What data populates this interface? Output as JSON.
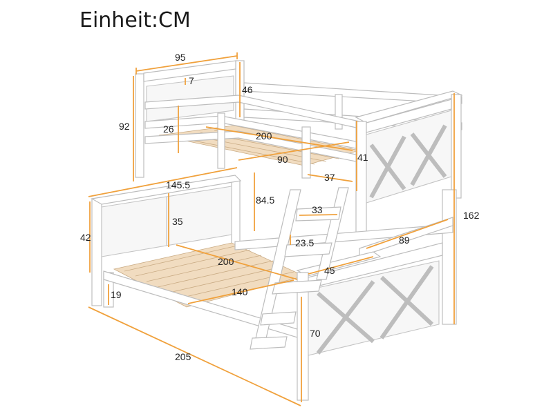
{
  "header": {
    "unit_title": "Einheit:CM"
  },
  "colors": {
    "dimension_line": "#f0a13c",
    "frame_fill": "#ffffff",
    "frame_stroke": "#bdbdbd",
    "slat_fill": "#f1dcc0",
    "slat_stroke": "#c9ab84"
  },
  "dimensions": {
    "upper_head_width": "95",
    "upper_rail_gap": "7",
    "upper_guard_height": "46",
    "upper_total_height": "92",
    "upper_rail_height": "26",
    "upper_length": "200",
    "upper_width": "90",
    "upper_side_height": "41",
    "upper_ladder_gap": "37",
    "lower_mid_height": "84.5",
    "lower_head_width": "145.5",
    "lower_head_height": "42",
    "lower_panel_height": "35",
    "ladder_step_width": "33",
    "ladder_step_gap": "23.5",
    "lower_length": "200",
    "lower_width": "140",
    "lower_clearance": "19",
    "lower_foot_side": "45",
    "upper_foot_depth": "89",
    "total_height": "162",
    "lower_foot_height": "70",
    "total_length": "205"
  }
}
